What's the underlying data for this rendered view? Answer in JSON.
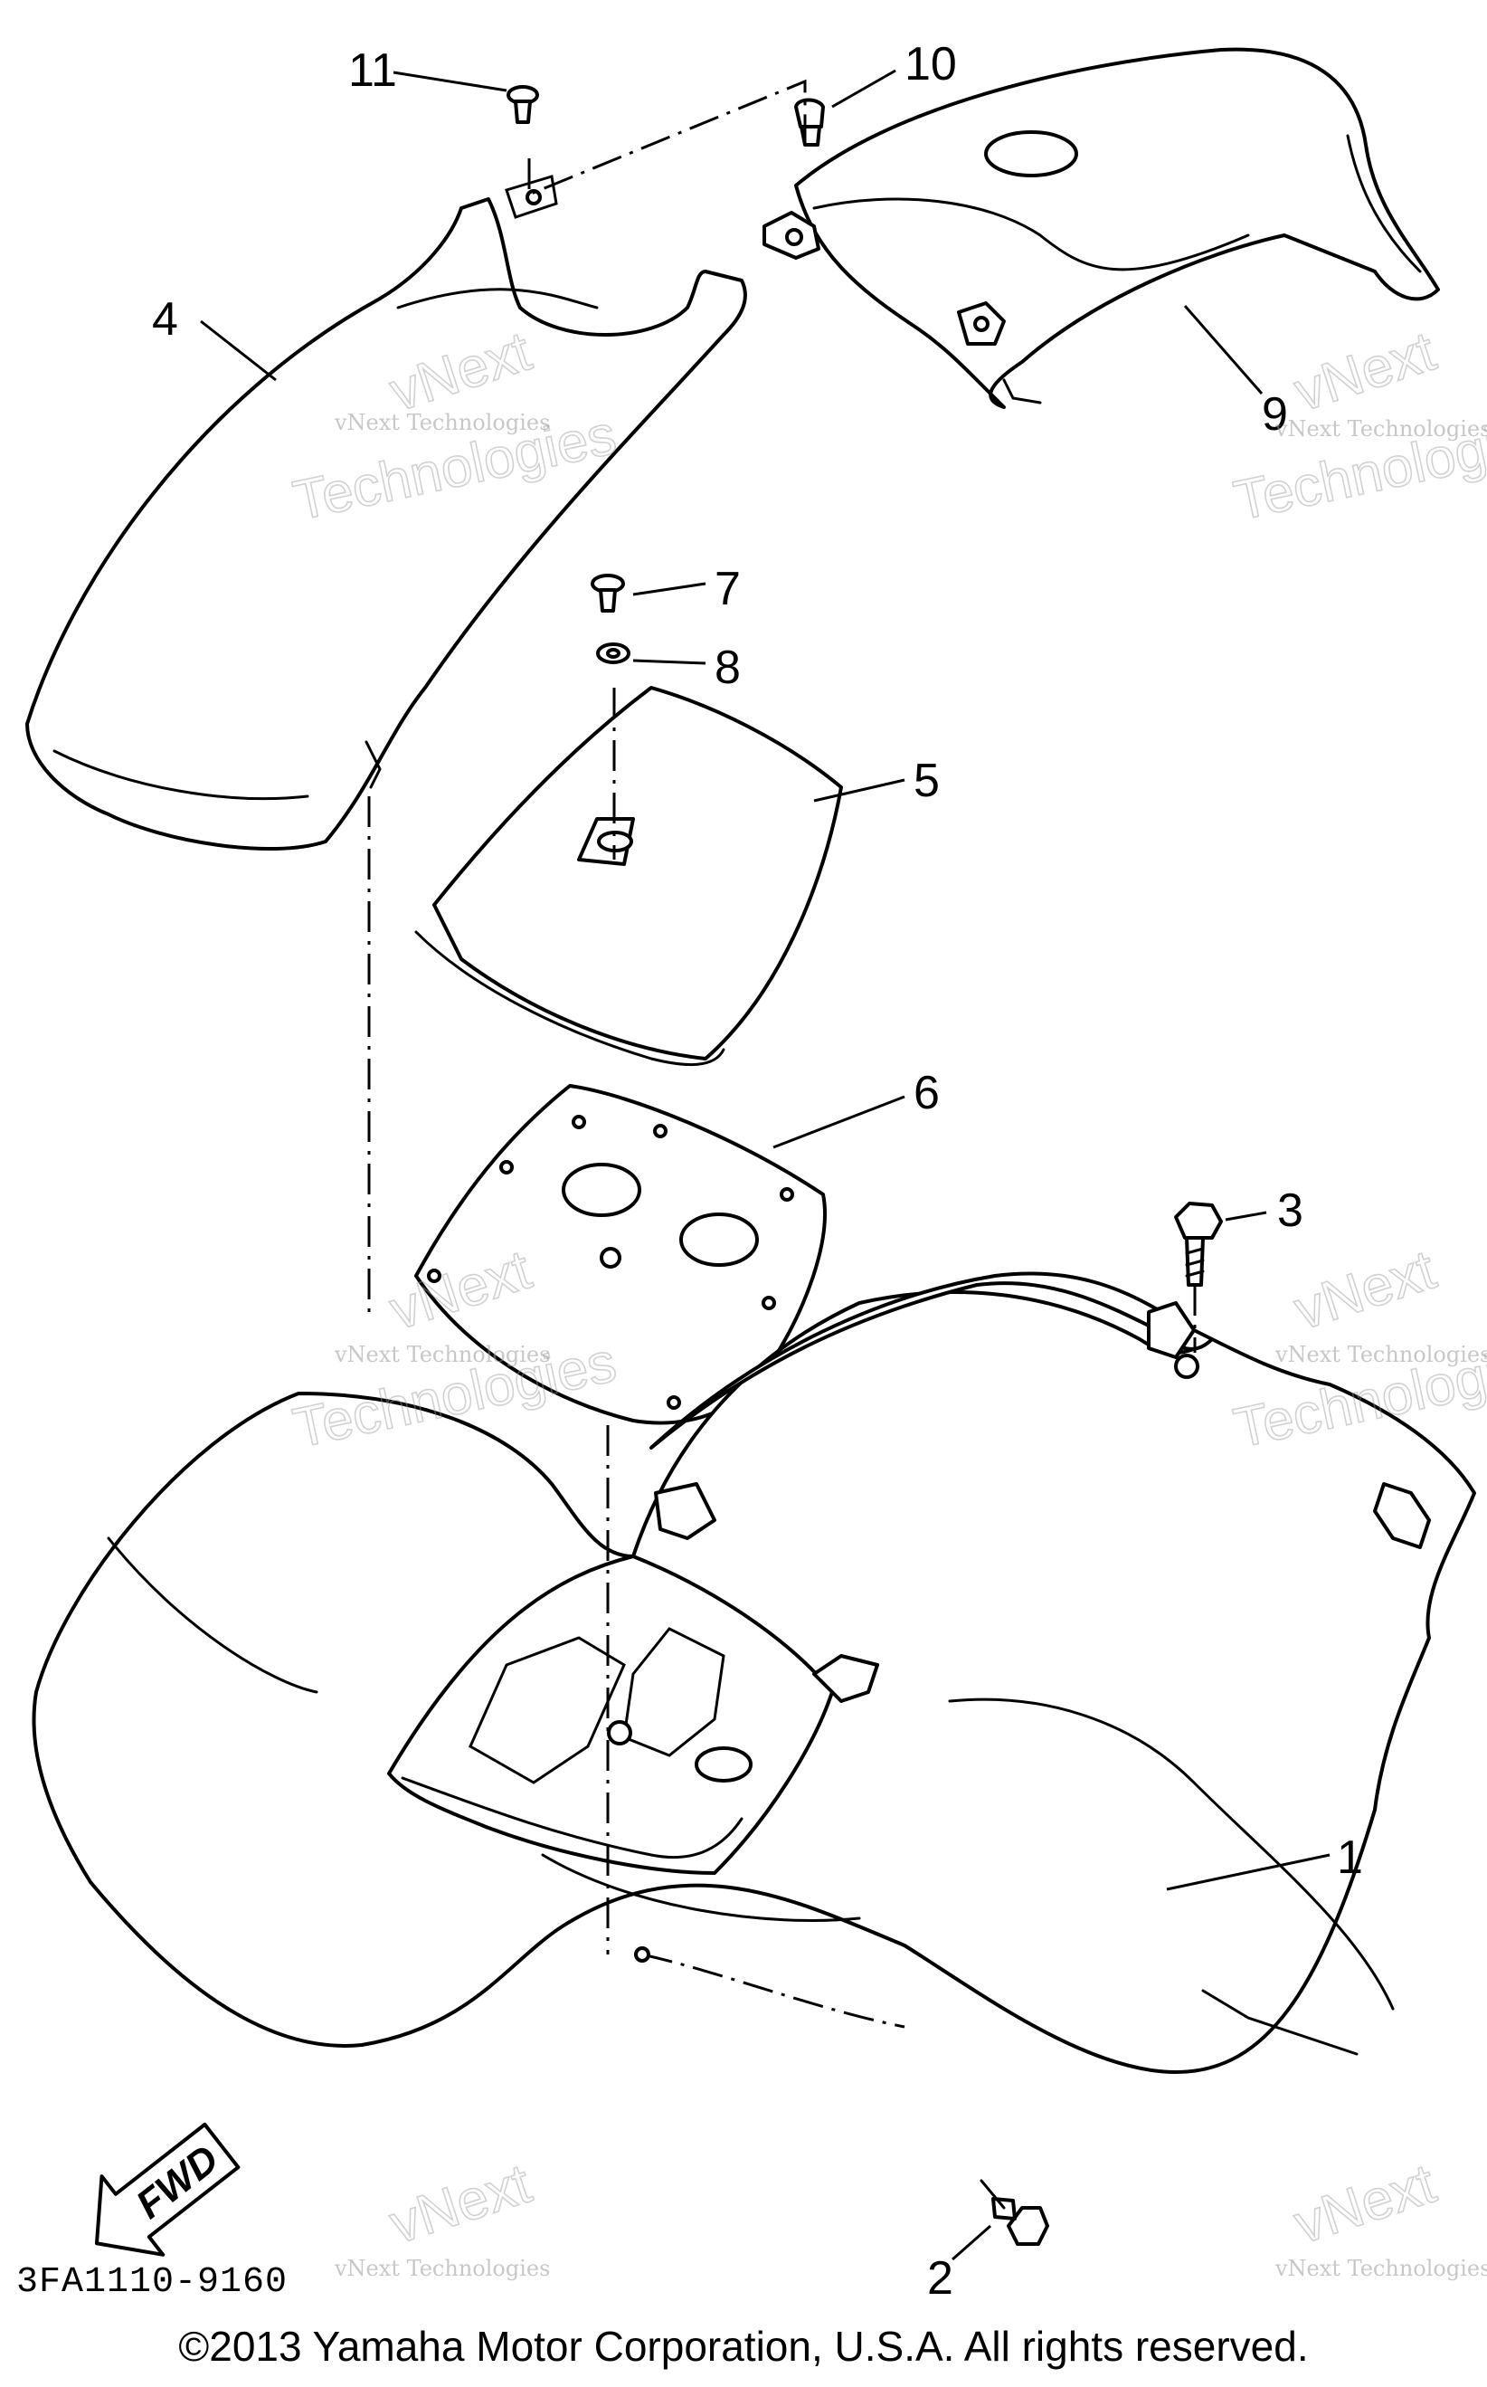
{
  "callouts": {
    "p1": "1",
    "p2": "2",
    "p3": "3",
    "p4": "4",
    "p5": "5",
    "p6": "6",
    "p7": "7",
    "p8": "8",
    "p9": "9",
    "p10": "10",
    "p11": "11"
  },
  "fwd_label": "FWD",
  "diagram_code": "3FA1110-9160",
  "copyright": "©2013 Yamaha Motor Corporation, U.S.A. All rights reserved.",
  "watermark": {
    "small": "vNext Technologies",
    "top_word": "vNext",
    "bottom_word": "Technologies"
  },
  "colors": {
    "line": "#000000",
    "background": "#ffffff",
    "watermark": "#9a9a9a"
  }
}
